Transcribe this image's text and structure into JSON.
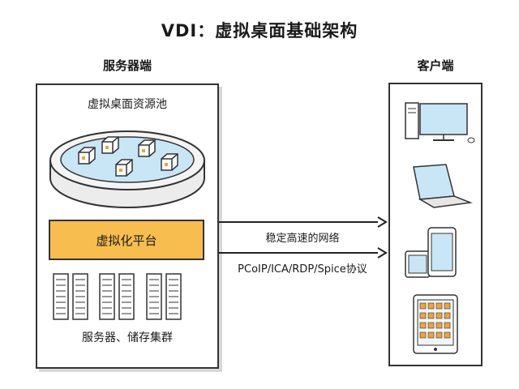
{
  "title": "VDI：虚拟桌面基础架构",
  "server_side": {
    "label": "服务器端",
    "pool_label": "虚拟桌面资源池",
    "platform_label": "虚拟化平台",
    "storage_label": "服务器、储存集群"
  },
  "client_side": {
    "label": "客户端"
  },
  "network": {
    "label": "稳定高速的网络",
    "protocols": "PCoIP/ICA/RDP/Spice协议"
  },
  "colors": {
    "platform_fill": "#f7bd4f",
    "cube_accent": "#f2a23a",
    "outline": "#333333"
  }
}
